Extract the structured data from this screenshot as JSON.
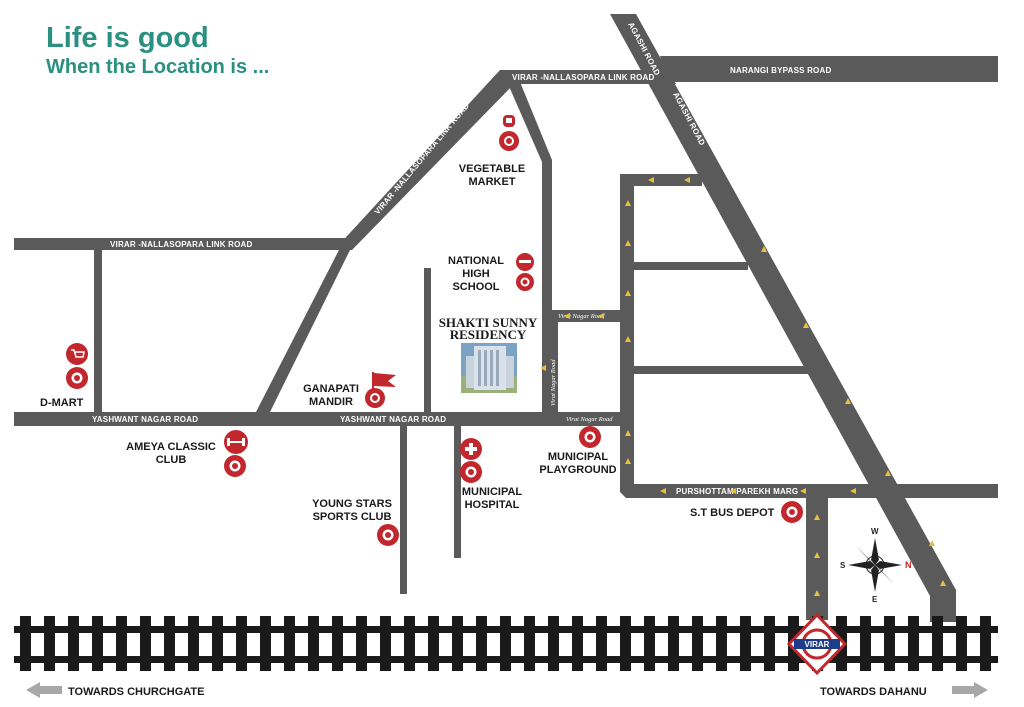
{
  "header": {
    "title": "Life is good",
    "subtitle": "When the Location is ..."
  },
  "roads": {
    "virar_nallasopara_link_top": "VIRAR -NALLASOPARA LINK ROAD",
    "virar_nallasopara_link_diag": "VIRAR -NALLASOPARA LINK ROAD",
    "virar_nallasopara_link_left": "VIRAR -NALLASOPARA LINK ROAD",
    "narangi_bypass": "NARANGI BYPASS ROAD",
    "agashi_1": "AGASHI ROAD",
    "agashi_2": "AGASHI ROAD",
    "agashi_3": "AGASHI ROAD",
    "yashwant_left": "YASHWANT NAGAR ROAD",
    "yashwant_mid": "YASHWANT NAGAR ROAD",
    "virat_nagar_1": "Virat Nagar Road",
    "virat_nagar_2": "Virat Nagar Road",
    "virat_nagar_vertical": "Virat Nagar Road",
    "purshottam": "PURSHOTTAM PAREKH MARG"
  },
  "places": {
    "vegetable_market": [
      "VEGETABLE",
      "MARKET"
    ],
    "national_high_school": [
      "NATIONAL",
      "HIGH",
      "SCHOOL"
    ],
    "dmart": "D-MART",
    "ganapati_mandir": [
      "GANAPATI",
      "MANDIR"
    ],
    "ameya_classic_club": [
      "AMEYA CLASSIC",
      "CLUB"
    ],
    "young_stars_sports_club": [
      "YOUNG STARS",
      "SPORTS CLUB"
    ],
    "municipal_hospital": [
      "MUNICIPAL",
      "HOSPITAL"
    ],
    "municipal_playground": [
      "MUNICIPAL",
      "PLAYGROUND"
    ],
    "st_bus_depot": "S.T BUS DEPOT"
  },
  "residency": [
    "SHAKTI SUNNY",
    "RESIDENCY"
  ],
  "station": "VIRAR",
  "compass": {
    "n": "N",
    "s": "S",
    "e": "E",
    "w": "W"
  },
  "directions": {
    "left": "TOWARDS CHURCHGATE",
    "right": "TOWARDS DAHANU"
  },
  "colors": {
    "road": "#5a5a5a",
    "accent_text": "#2a9080",
    "pin": "#c1272d",
    "arrow": "#e8c040",
    "rail": "#1a1a1a"
  }
}
